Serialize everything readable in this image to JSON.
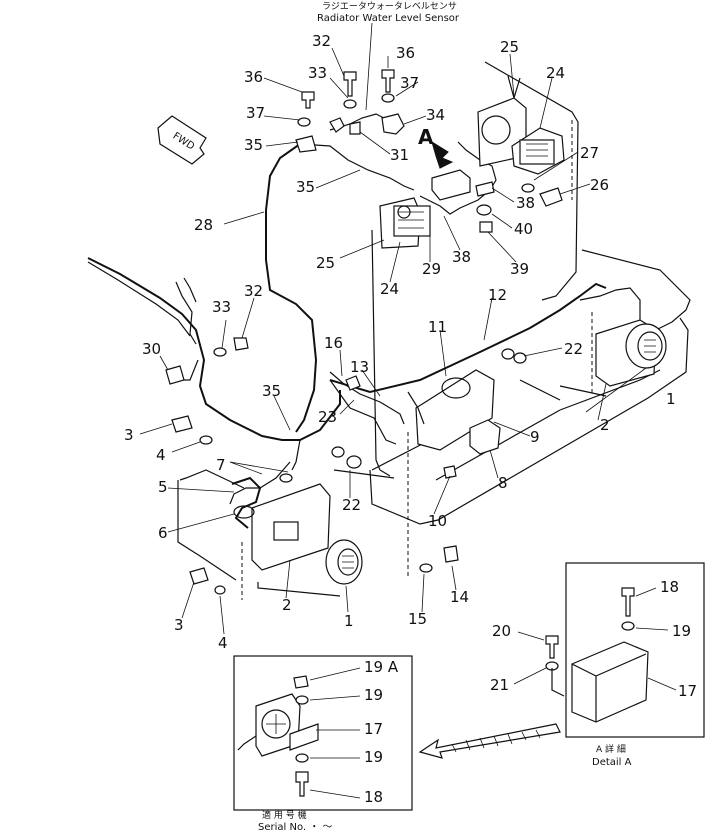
{
  "header": {
    "japanese": "ラジエータウォータレベルセンサ",
    "english": "Radiator Water Level Sensor"
  },
  "fwd_label": "FWD",
  "view_marker": "A",
  "detail_a": {
    "japanese": "A 詳 細",
    "english": "Detail A"
  },
  "serial_box": {
    "japanese": "適 用 号 機",
    "english": "Serial No.  ・ ～"
  },
  "part_numbers": {
    "n1a": "1",
    "n1b": "1",
    "n2a": "2",
    "n2b": "2",
    "n3a": "3",
    "n3b": "3",
    "n4a": "4",
    "n4b": "4",
    "n5": "5",
    "n6": "6",
    "n7": "7",
    "n8": "8",
    "n9": "9",
    "n10": "10",
    "n11": "11",
    "n12": "12",
    "n13": "13",
    "n14": "14",
    "n15": "15",
    "n16": "16",
    "n17a": "17",
    "n17b": "17",
    "n18a": "18",
    "n18b": "18",
    "n19a": "19",
    "n19b": "19",
    "n19c": "19",
    "n19A": "19 A",
    "n20": "20",
    "n21": "21",
    "n22a": "22",
    "n22b": "22",
    "n23": "23",
    "n24a": "24",
    "n24b": "24",
    "n25a": "25",
    "n25b": "25",
    "n26": "26",
    "n27": "27",
    "n28": "28",
    "n29": "29",
    "n30": "30",
    "n31": "31",
    "n32a": "32",
    "n32b": "32",
    "n33a": "33",
    "n33b": "33",
    "n34": "34",
    "n35a": "35",
    "n35b": "35",
    "n35c": "35",
    "n36a": "36",
    "n36b": "36",
    "n37a": "37",
    "n37b": "37",
    "n38a": "38",
    "n38b": "38",
    "n39": "39",
    "n40": "40"
  }
}
